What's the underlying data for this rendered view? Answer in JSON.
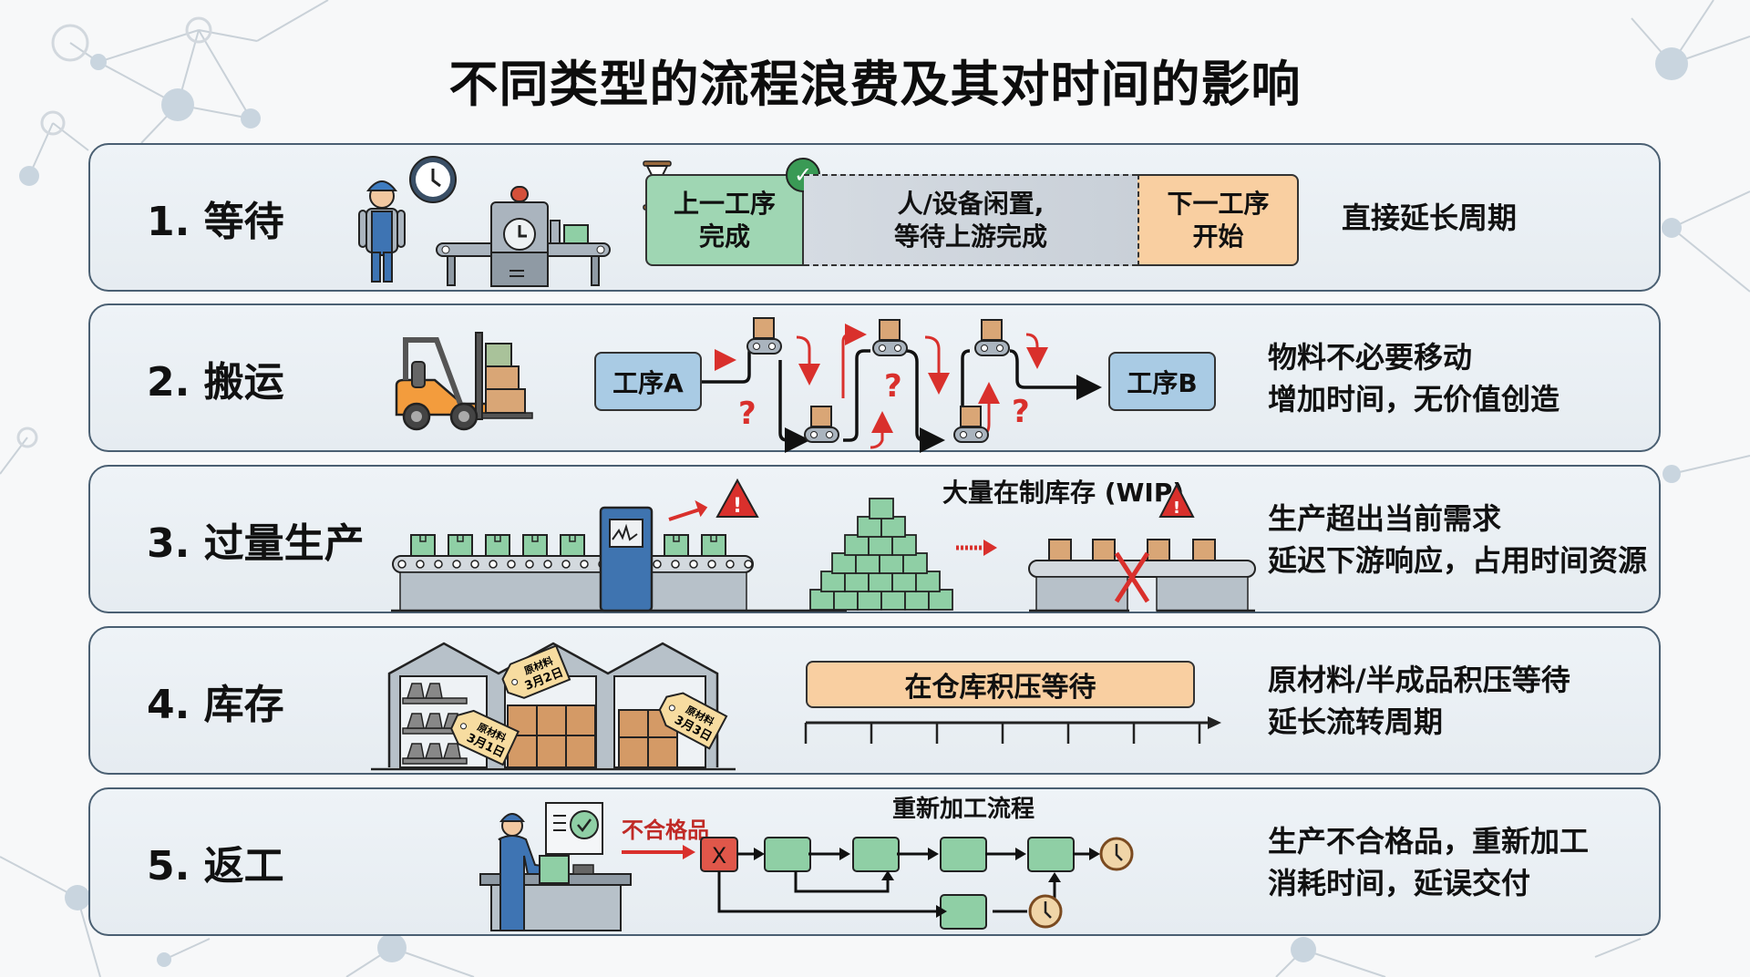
{
  "title": "不同类型的流程浪费及其对时间的影响",
  "colors": {
    "panel_border": "#4a5f72",
    "panel_fill": "#eaf0f5",
    "green": "#8fcfa5",
    "orange": "#f9cfa1",
    "blue_box": "#a9cbe4",
    "red": "#d9302c",
    "box_brown": "#d49a66"
  },
  "rows": [
    {
      "label": "1. 等待",
      "diagram": {
        "prev_step": [
          "上一工序",
          "完成"
        ],
        "idle": [
          "人/设备闲置,",
          "等待上游完成"
        ],
        "next_step": [
          "下一工序",
          "开始"
        ]
      },
      "icons": [
        "worker-icon",
        "wall-clock-icon",
        "machine-icon",
        "hourglass-icon",
        "check-icon"
      ],
      "description": [
        "直接延长周期"
      ]
    },
    {
      "label": "2. 搬运",
      "diagram": {
        "start": "工序A",
        "end": "工序B",
        "question_mark": "?"
      },
      "icons": [
        "forklift-icon",
        "conveyor-icon",
        "question-icon"
      ],
      "description": [
        "物料不必要移动",
        "增加时间，无价值创造"
      ]
    },
    {
      "label": "3. 过量生产",
      "diagram": {
        "wip_label": "大量在制库存 (WIP)",
        "warning": "!"
      },
      "icons": [
        "conveyor-icon",
        "machine-icon",
        "warning-icon",
        "box-pile-icon",
        "blocked-x-icon"
      ],
      "description": [
        "生产超出当前需求",
        "延迟下游响应，占用时间资源"
      ]
    },
    {
      "label": "4. 库存",
      "diagram": {
        "tags": [
          {
            "line1": "原材料",
            "line2": "3月1日"
          },
          {
            "line1": "原材料",
            "line2": "3月2日"
          },
          {
            "line1": "原材料",
            "line2": "3月3日"
          }
        ],
        "bar_label": "在仓库积压等待",
        "timeline_ticks": 7
      },
      "icons": [
        "warehouse-icon",
        "tag-icon",
        "timeline-icon"
      ],
      "description": [
        "原材料/半成品积压等待",
        "延长流转周期"
      ]
    },
    {
      "label": "5. 返工",
      "diagram": {
        "defect_label": "不合格品",
        "flow_title": "重新加工流程",
        "reject_mark": "X"
      },
      "icons": [
        "inspector-icon",
        "monitor-check-icon",
        "reject-icon",
        "clock-icon"
      ],
      "description": [
        "生产不合格品，重新加工",
        "消耗时间，延误交付"
      ]
    }
  ]
}
